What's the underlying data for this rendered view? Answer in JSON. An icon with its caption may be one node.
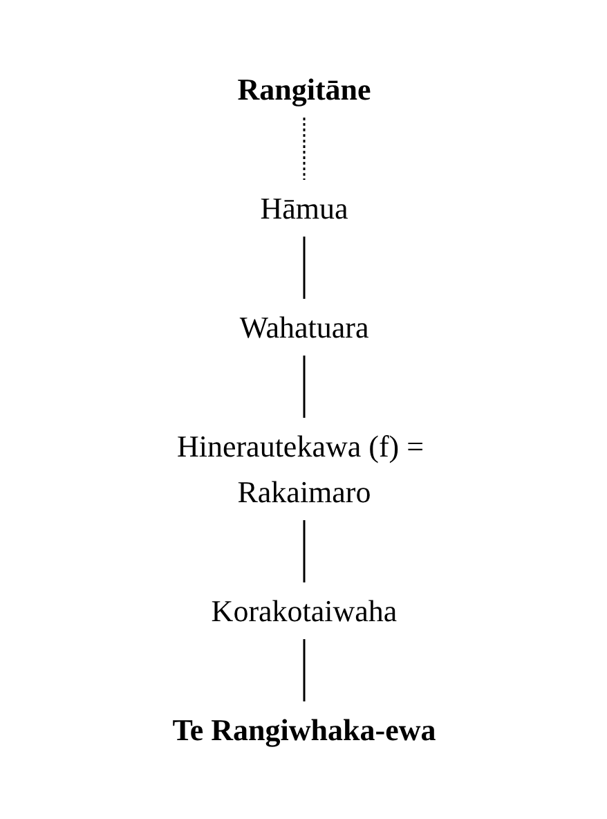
{
  "diagram": {
    "nodes": [
      {
        "text": [
          "Rangitāne"
        ]
      },
      {
        "text": [
          "Hāmua"
        ]
      },
      {
        "text": [
          "Wahatuara"
        ]
      },
      {
        "text": [
          "Hinerautekawa (f) = Rakaimaro"
        ]
      },
      {
        "text": [
          "Korakotaiwaha"
        ]
      },
      {
        "text": [
          "Te Rangiwhaka-ewa"
        ]
      }
    ],
    "edges": [
      {
        "from": 0,
        "to": 1,
        "arrow": "none",
        "style": "dashed"
      },
      {
        "from": 1,
        "to": 2,
        "arrow": "none"
      },
      {
        "from": 2,
        "to": 3,
        "arrow": "none"
      },
      {
        "from": 3,
        "to": 4,
        "arrow": "none"
      },
      {
        "from": 4,
        "to": 5,
        "arrow": "none"
      }
    ]
  }
}
